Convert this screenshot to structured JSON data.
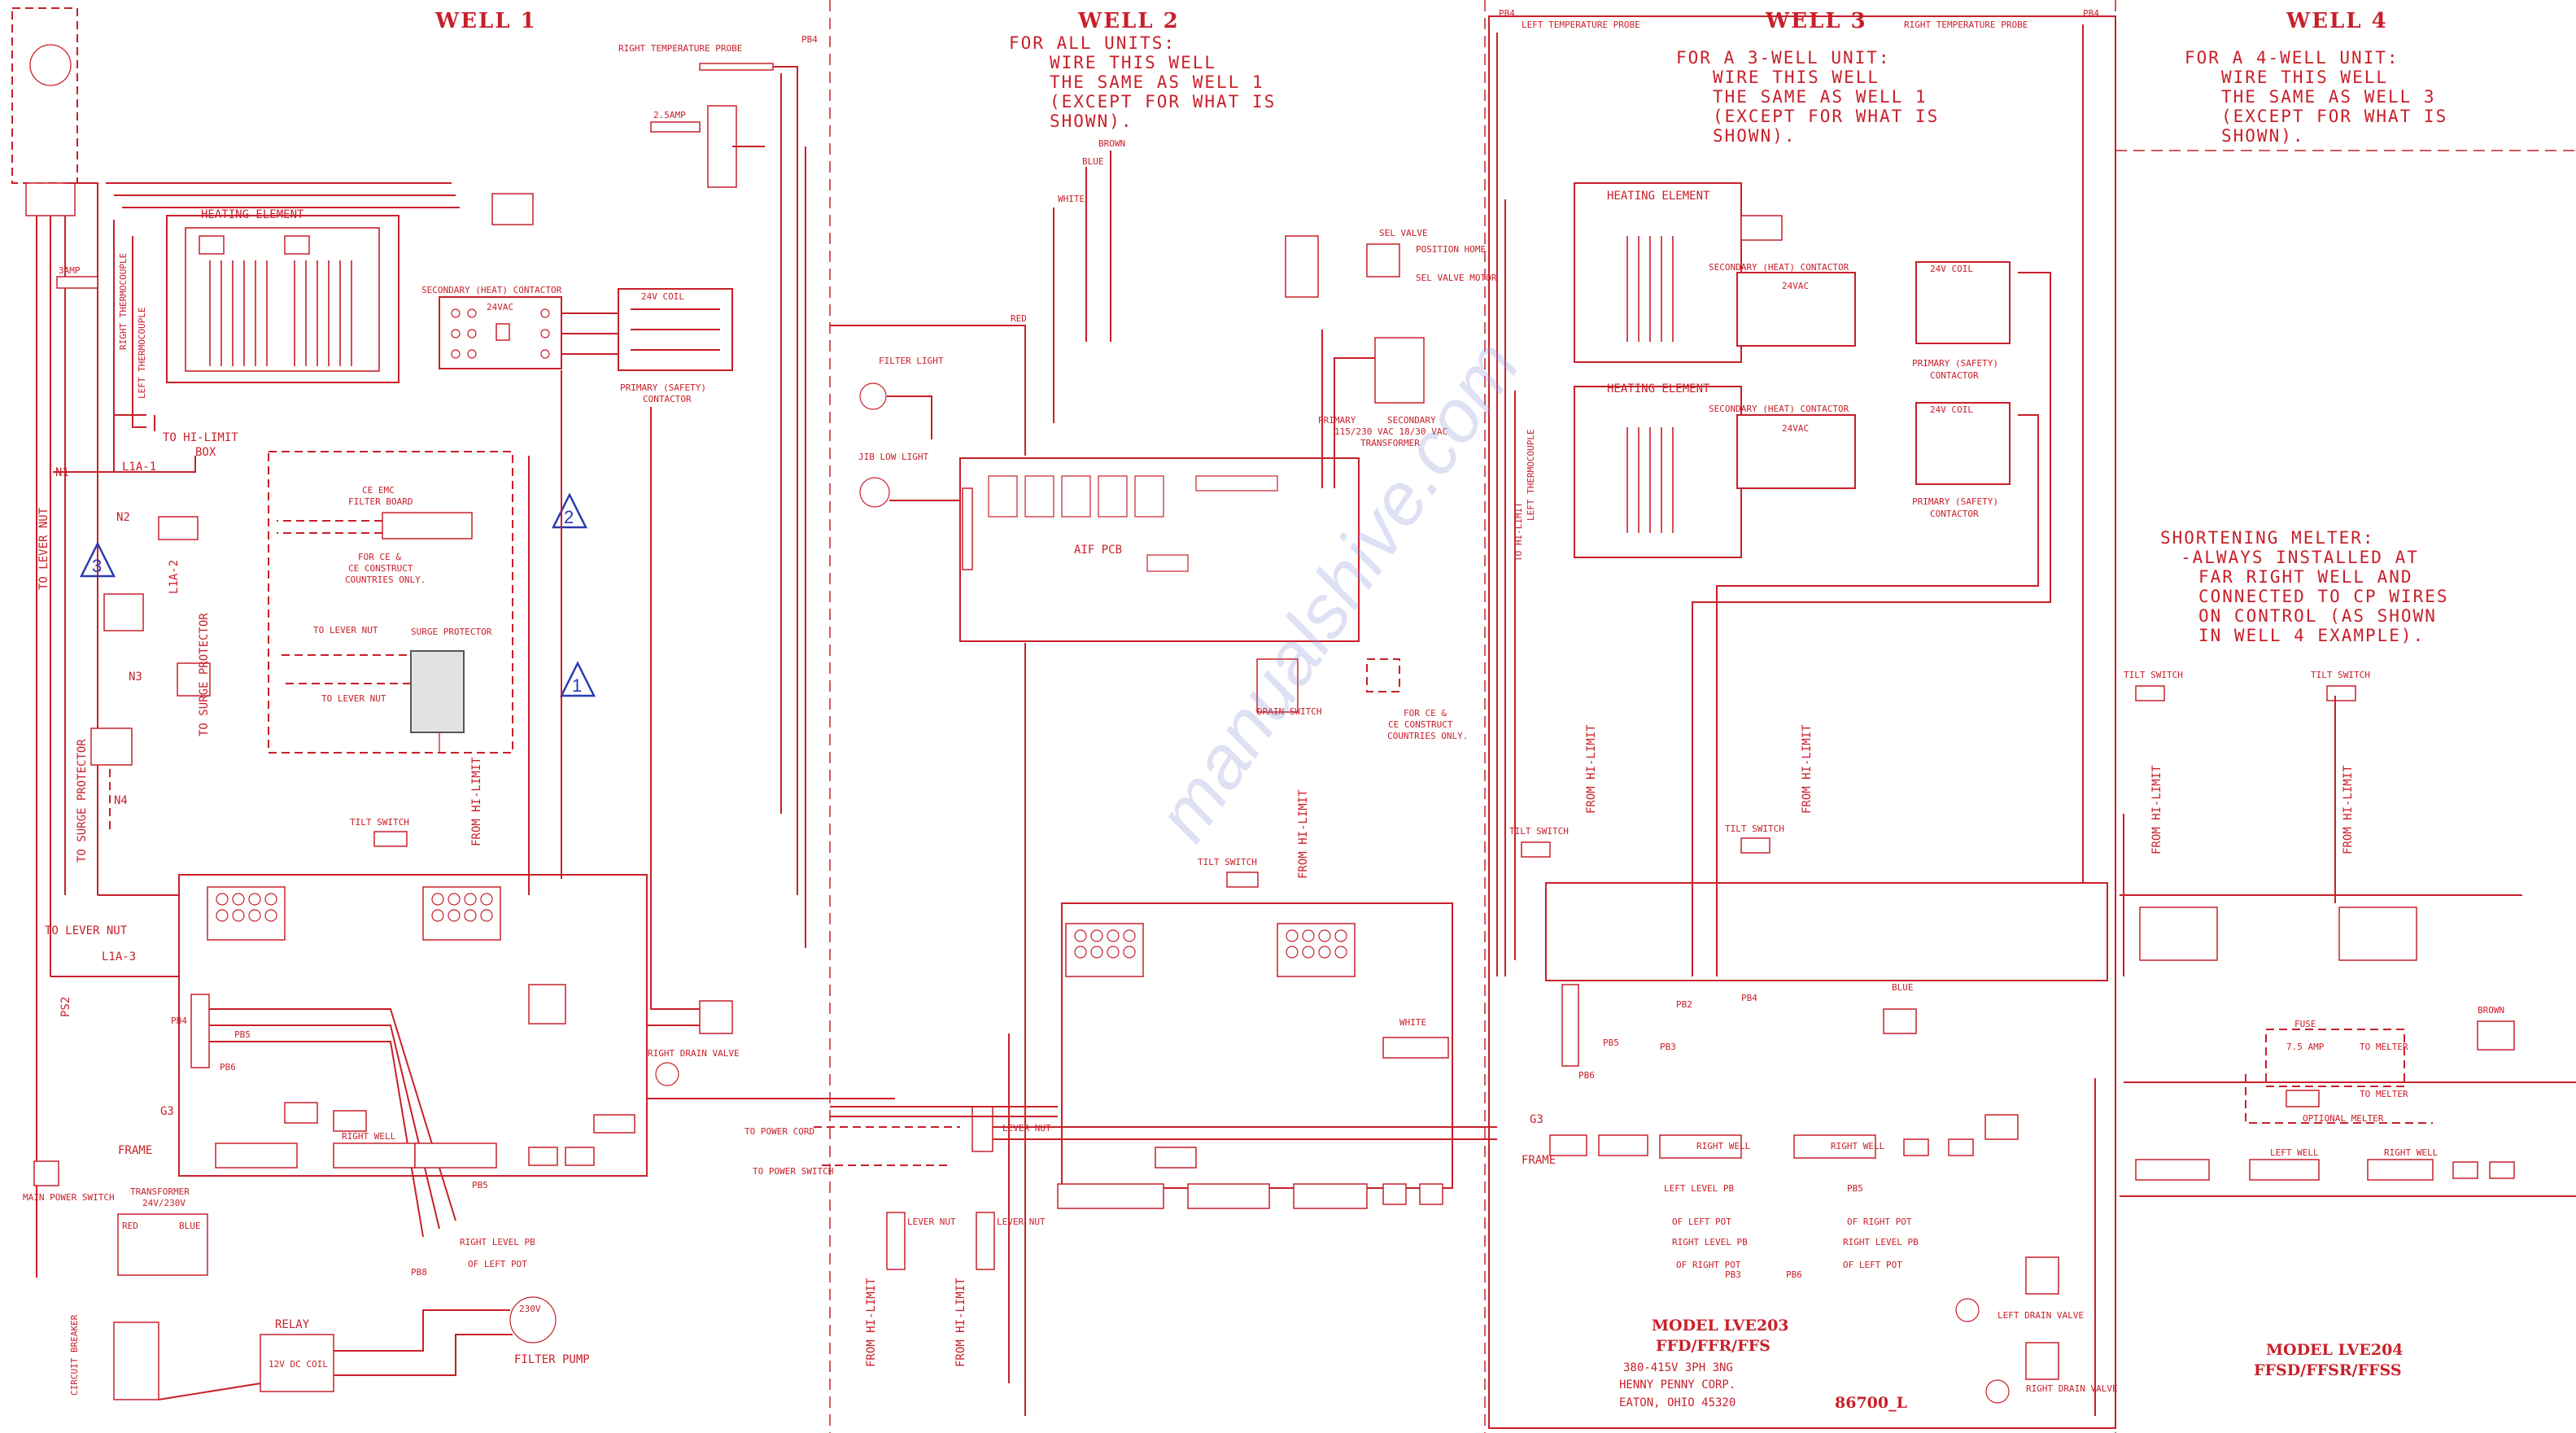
{
  "wells": {
    "well1": "WELL 1",
    "well2": "WELL 2",
    "well3": "WELL 3",
    "well4": "WELL 4"
  },
  "notes": {
    "well2": [
      "FOR ALL UNITS:",
      "WIRE THIS WELL",
      "THE SAME AS WELL 1",
      "(EXCEPT FOR WHAT IS",
      "SHOWN)."
    ],
    "well3": [
      "FOR A 3-WELL UNIT:",
      "WIRE THIS WELL",
      "THE SAME AS WELL 1",
      "(EXCEPT FOR WHAT IS",
      "SHOWN)."
    ],
    "well4": [
      "FOR A 4-WELL UNIT:",
      "WIRE THIS WELL",
      "THE SAME AS WELL 3",
      "(EXCEPT FOR WHAT IS",
      "SHOWN)."
    ],
    "melter": [
      "SHORTENING MELTER:",
      "-ALWAYS INSTALLED AT",
      "FAR RIGHT WELL AND",
      "CONNECTED TO CP WIRES",
      "ON CONTROL (AS SHOWN",
      "IN WELL 4 EXAMPLE)."
    ]
  },
  "labels": {
    "heating_element": "HEATING ELEMENT",
    "secondary_contactor": "SECONDARY (HEAT) CONTACTOR",
    "primary_contactor_1": "PRIMARY (SAFETY)",
    "primary_contactor_2": "CONTACTOR",
    "coil_24v": "24V COIL",
    "vac_24": "24VAC",
    "right_temp_probe": "RIGHT TEMPERATURE PROBE",
    "left_temp_probe": "LEFT TEMPERATURE PROBE",
    "right_thermocouple": "RIGHT THERMOCOUPLE",
    "left_thermocouple": "LEFT THERMOCOUPLE",
    "to_hi_limit_box": "TO HI-LIMIT",
    "box": "BOX",
    "from_hi_limit_box": "FROM HI-LIMIT",
    "ce_emc_filter": "CE EMC",
    "filter_board": "FILTER BOARD",
    "for_ce": "FOR CE &",
    "ce_construct": "CE CONSTRUCT",
    "countries_only": "COUNTRIES ONLY.",
    "to_lever_nut": "TO LEVER NUT",
    "surge_protector": "SURGE PROTECTOR",
    "to_surge_protector": "TO SURGE PROTECTOR",
    "tilt_switch": "TILT SWITCH",
    "filter_light": "FILTER LIGHT",
    "jib_low_light": "JIB LOW LIGHT",
    "aif_pcb": "AIF PCB",
    "sel_valve": "SEL VALVE",
    "position_home": "POSITION HOME",
    "sel_valve_motor": "SEL VALVE MOTOR",
    "primary": "PRIMARY",
    "secondary": "SECONDARY",
    "transformer_rating": "115/230 VAC  18/30 VAC",
    "transformer": "TRANSFORMER",
    "drain_switch": "DRAIN SWITCH",
    "right_drain_valve": "RIGHT DRAIN VALVE",
    "left_drain_valve": "LEFT DRAIN VALVE",
    "frame": "FRAME",
    "transformer_main": "TRANSFORMER",
    "transformer_main_rating": "24V/230V",
    "main_power_switch": "MAIN POWER SWITCH",
    "circuit_breaker": "CIRCUIT BREAKER",
    "relay": "RELAY",
    "relay_coil": "12V DC COIL",
    "filter_pump": "FILTER PUMP",
    "pump_voltage": "230V",
    "to_power_cord": "TO POWER CORD",
    "to_power_switch": "TO POWER SWITCH",
    "lever_nut": "LEVER NUT",
    "fuse": "FUSE",
    "fuse_rating": "7.5 AMP",
    "to_melter": "TO MELTER",
    "optional_melter": "OPTIONAL MELTER",
    "white": "WHITE",
    "blue": "BLUE",
    "brown": "BROWN",
    "red": "RED",
    "right_well": "RIGHT WELL",
    "left_well": "LEFT WELL",
    "amp_3": "3AMP",
    "amp_2": "2.5AMP",
    "pb6": "PB6",
    "pb5": "PB5",
    "pb3": "PB3",
    "pb2": "PB2",
    "pb8": "PB8",
    "pb4": "PB4",
    "of_left_pot": "OF LEFT POT",
    "of_right_pot": "OF RIGHT POT",
    "right_level_pb": "RIGHT LEVEL PB",
    "left_level_pb": "LEFT LEVEL PB",
    "l1a_1": "L1A-1",
    "l1a_2": "L1A-2",
    "l1a_3": "L1A-3",
    "n1": "N1",
    "n2": "N2",
    "n3": "N3",
    "n4": "N4",
    "ps2": "PS2",
    "g3": "G3"
  },
  "title_block": {
    "model_a": "MODEL LVE203",
    "model_a_sub": "FFD/FFR/FFS",
    "rating": "380-415V 3PH 3NG",
    "company": "HENNY PENNY CORP.",
    "city": "EATON, OHIO 45320",
    "drawing_no": "86700_L",
    "model_b": "MODEL LVE204",
    "model_b_sub": "FFSD/FFSR/FFSS"
  },
  "callouts": [
    "1",
    "2",
    "3"
  ],
  "watermark": "manualshive.com",
  "colors": {
    "line": "#c8202a",
    "callout": "#2a3ab0"
  }
}
